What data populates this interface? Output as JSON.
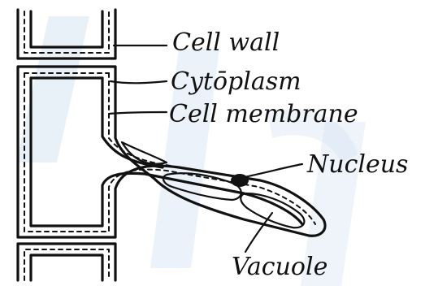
{
  "diagram": {
    "labels": {
      "cell_wall": "Cell wall",
      "cytoplasm": "Cytōplasm",
      "cell_membrane": "Cell membrane",
      "nucleus": "Nucleus",
      "vacuole": "Vacuole"
    },
    "colors": {
      "ink": "#111111",
      "watermark": "#d5e3f3",
      "background": "#ffffff"
    }
  }
}
